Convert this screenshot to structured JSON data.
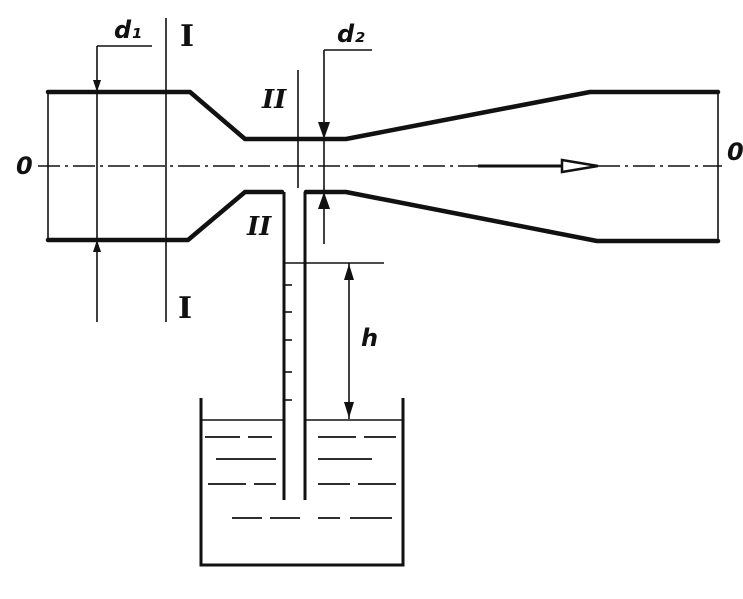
{
  "labels": {
    "d1": "d₁",
    "d2": "d₂",
    "section_I_top": "I",
    "section_I_bottom": "I",
    "section_II_top": "II",
    "section_II_bottom": "II",
    "axis_left": "0",
    "axis_right": "0",
    "height": "h"
  },
  "colors": {
    "ink": "#111111",
    "background": "#ffffff"
  }
}
